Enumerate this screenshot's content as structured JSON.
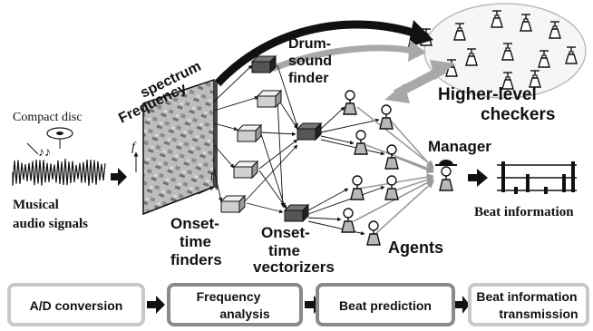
{
  "labels": {
    "compact_disc": "Compact disc",
    "musical_1": "Musical",
    "musical_2": "audio signals",
    "frequency_spectrum_1": "Frequency",
    "frequency_spectrum_2": "spectrum",
    "axis_f": "f",
    "axis_t": "t",
    "drum_1": "Drum-",
    "drum_2": "sound",
    "drum_3": "finder",
    "higher_1": "Higher-level",
    "higher_2": "checkers",
    "manager": "Manager",
    "beat_information": "Beat information",
    "onset_finders_1": "Onset-",
    "onset_finders_2": "time",
    "onset_finders_3": "finders",
    "onset_vectorizers_1": "Onset-",
    "onset_vectorizers_2": "time",
    "onset_vectorizers_3": "vectorizers",
    "agents": "Agents"
  },
  "pipeline": [
    {
      "lines": [
        "A/D conversion"
      ]
    },
    {
      "lines": [
        "Frequency",
        "analysis"
      ]
    },
    {
      "lines": [
        "Beat prediction"
      ]
    },
    {
      "lines": [
        "Beat information",
        "transmission"
      ]
    }
  ],
  "colors": {
    "ink": "#111111",
    "gray_arrow": "#a8a8a8",
    "stage_border": "#c8c8c8",
    "stage_border_dark": "#8a8a8a",
    "agent_fill": "#b8b8b8",
    "box_fill": "#d9d9d9"
  }
}
